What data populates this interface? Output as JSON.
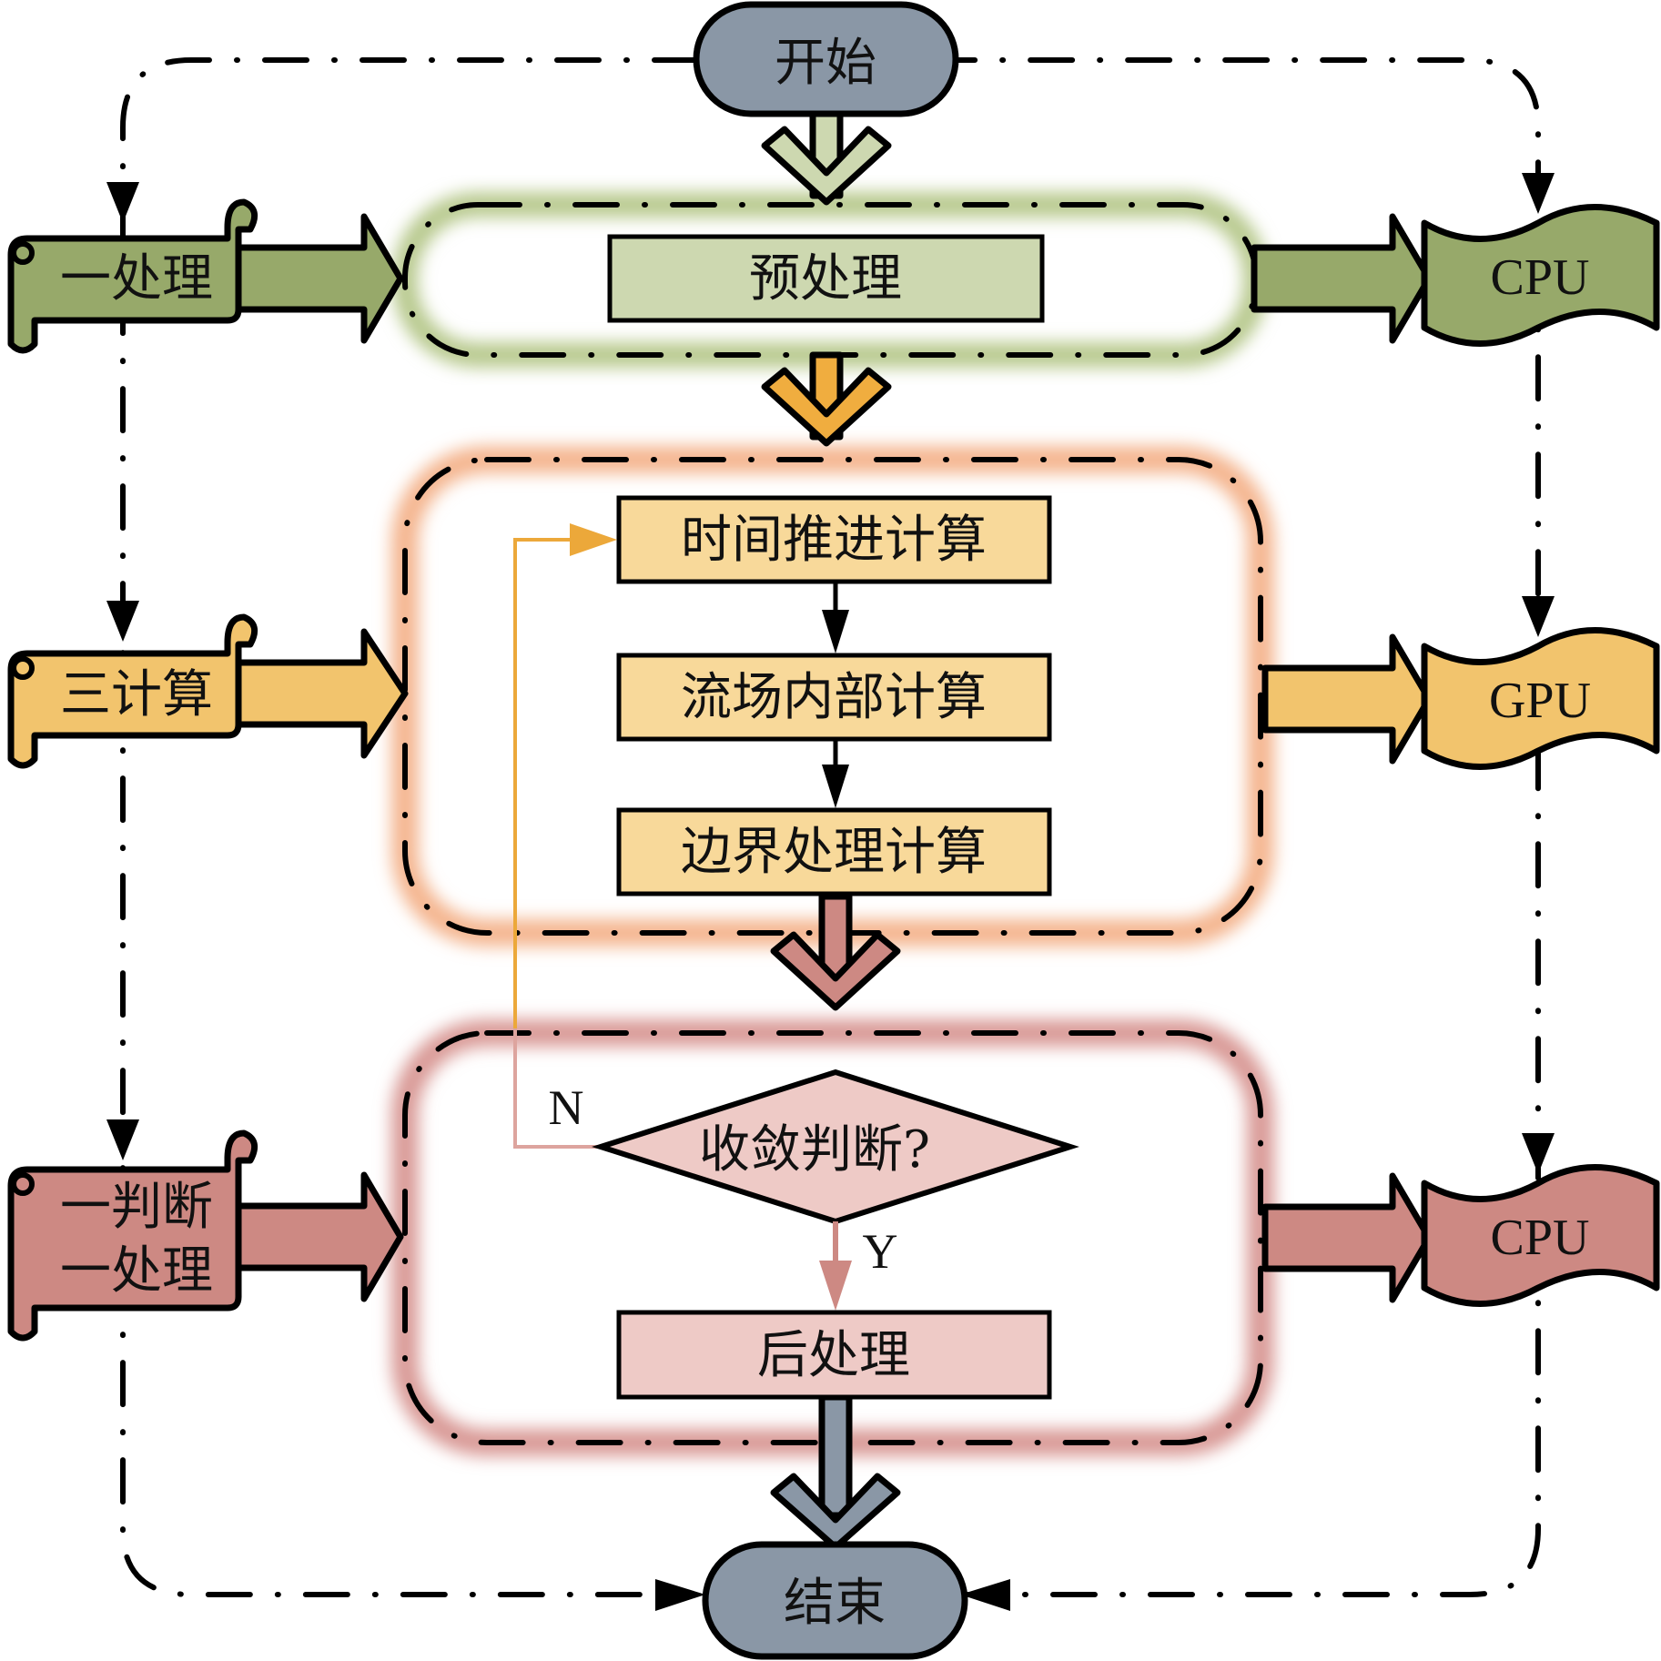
{
  "colors": {
    "green": "#97a96a",
    "green_light": "#cdd8b0",
    "green_glow": "#b8c98e",
    "yellow": "#f2c46d",
    "yellow_light": "#f8d99a",
    "orange_arrow": "#f0ad3f",
    "orange_glow": "#f4b58f",
    "red": "#cd8983",
    "red_light": "#eecac6",
    "red_glow": "#d99a96",
    "gray_blue": "#8a97a6",
    "loop_line": "#eca83a",
    "loop_line_lower": "#dda49e"
  },
  "nodes": {
    "start": "开始",
    "end": "结束",
    "preprocess": "预处理",
    "time_step": "时间推进计算",
    "interior": "流场内部计算",
    "boundary": "边界处理计算",
    "convergence": "收敛判断?",
    "postprocess": "后处理"
  },
  "branches": {
    "no": "N",
    "yes": "Y"
  },
  "left_scrolls": [
    {
      "lines": [
        "一处理"
      ],
      "stage": "preprocess"
    },
    {
      "lines": [
        "三计算"
      ],
      "stage": "compute"
    },
    {
      "lines": [
        "一判断",
        "一处理"
      ],
      "stage": "judge"
    }
  ],
  "right_devices": [
    {
      "label": "CPU",
      "stage": "preprocess"
    },
    {
      "label": "GPU",
      "stage": "compute"
    },
    {
      "label": "CPU",
      "stage": "judge"
    }
  ]
}
